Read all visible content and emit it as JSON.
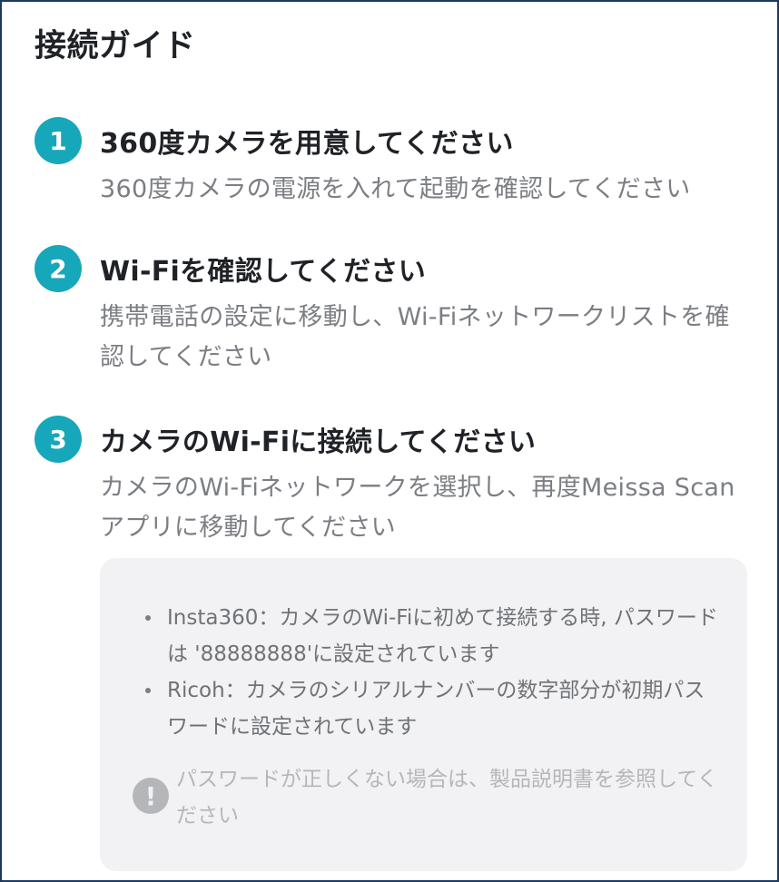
{
  "page": {
    "title": "接続ガイド"
  },
  "colors": {
    "accent": "#17a7ba",
    "frame_border": "#1d3a5e",
    "info_bg": "#f2f2f4"
  },
  "steps": [
    {
      "number": "1",
      "title": "360度カメラを用意してください",
      "description": "360度カメラの電源を入れて起動を確認してください"
    },
    {
      "number": "2",
      "title": "Wi-Fiを確認してください",
      "description": "携帯電話の設定に移動し、Wi-Fiネットワークリストを確認してください"
    },
    {
      "number": "3",
      "title": "カメラのWi-Fiに接続してください",
      "description": "カメラのWi-Fiネットワークを選択し、再度Meissa Scanアプリに移動してください"
    }
  ],
  "info_box": {
    "bullets": [
      "Insta360：カメラのWi-Fiに初めて接続する時, パスワードは '88888888'に設定されています",
      "Ricoh：カメラのシリアルナンバーの数字部分が初期パスワードに設定されています"
    ],
    "warning": {
      "icon": "exclamation-icon",
      "text": "パスワードが正しくない場合は、製品説明書を参照してください"
    }
  }
}
